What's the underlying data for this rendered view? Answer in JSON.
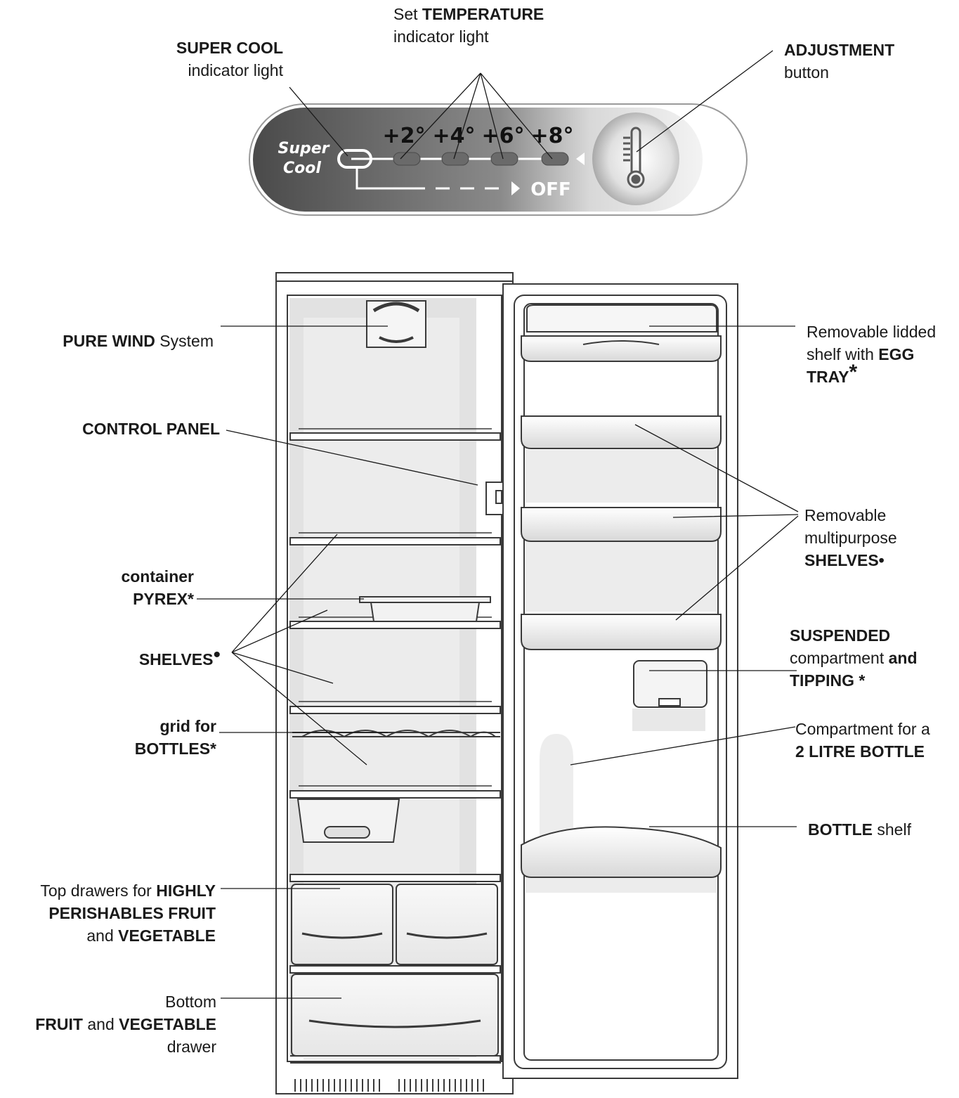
{
  "labels": {
    "set_temp": {
      "pre": "Set ",
      "bold": "TEMPERATURE",
      "line2": "indicator light"
    },
    "super_cool": {
      "bold": "SUPER COOL",
      "line2": "indicator light"
    },
    "adjustment": {
      "bold": "ADJUSTMENT",
      "line2": "button"
    },
    "pure_wind": {
      "bold": "PURE WIND",
      "post": " System"
    },
    "control_panel": {
      "bold": "CONTROL PANEL"
    },
    "container": {
      "line1": "container",
      "bold": "PYREX*"
    },
    "shelves_left": {
      "bold": "SHELVES",
      "mark": "•"
    },
    "grid": {
      "line1": "grid for",
      "bold": "BOTTLES*"
    },
    "top_drawers": {
      "pre": "Top drawers for ",
      "bold1": "HIGHLY",
      "bold2": "PERISHABLES FRUIT",
      "pre3": "and ",
      "bold3": "VEGETABLE"
    },
    "bottom_drawer": {
      "line1": "Bottom",
      "bold1": "FRUIT",
      "mid": " and ",
      "bold2": "VEGETABLE",
      "line3": "drawer"
    },
    "lidded_shelf": {
      "line1": "Removable lidded",
      "pre2": "shelf with ",
      "bold2": "EGG",
      "bold3": "TRAY",
      "mark": "*"
    },
    "multipurpose": {
      "line1": "Removable",
      "line2": "multipurpose",
      "bold": "SHELVES•"
    },
    "suspended": {
      "bold1": "SUSPENDED",
      "pre2": "compartment ",
      "bold2": "and",
      "bold3": "TIPPING *"
    },
    "bottle_compartment": {
      "line1": "Compartment for a",
      "bold": "2 LITRE BOTTLE"
    },
    "bottle_shelf": {
      "bold": "BOTTLE",
      "post": " shelf"
    }
  },
  "panel": {
    "super": "Super",
    "cool": "Cool",
    "temps": [
      "+2°",
      "+4°",
      "+6°",
      "+8°"
    ],
    "off": "OFF"
  },
  "icons": [
    "thermometer-icon",
    "arrow-left-icon",
    "arrow-right-icon"
  ]
}
